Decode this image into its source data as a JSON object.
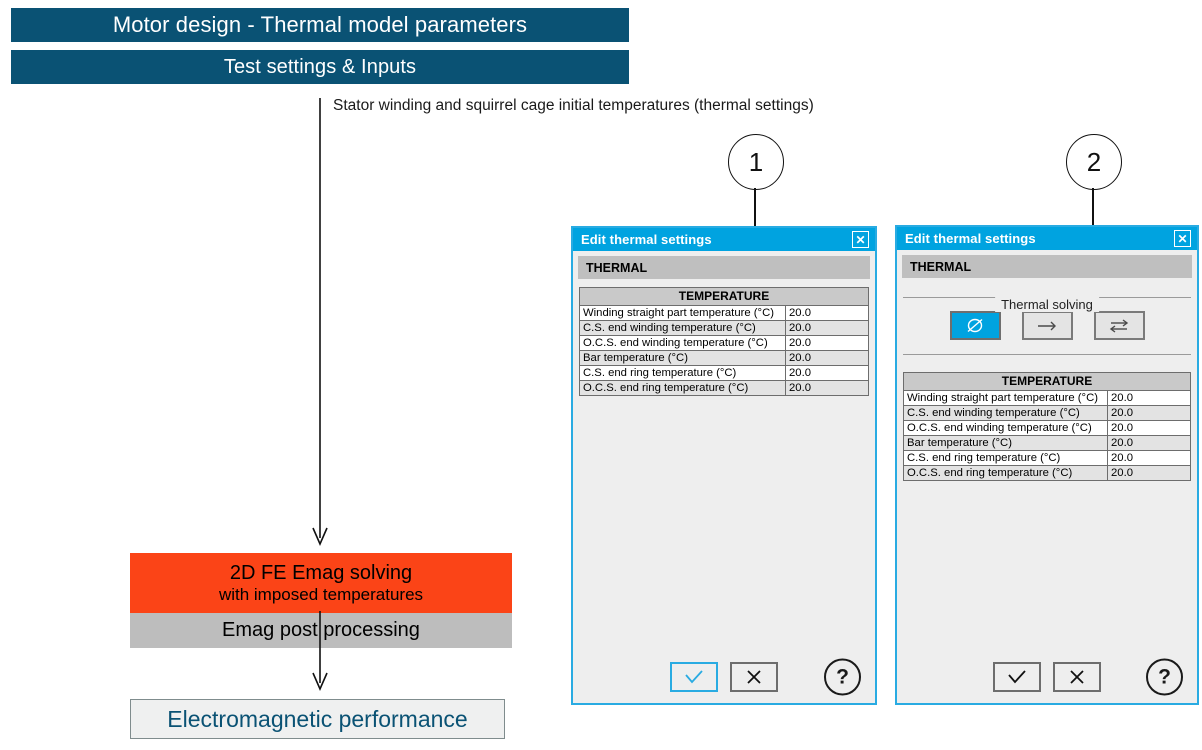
{
  "banner": {
    "title": "Motor design - Thermal model parameters",
    "subtitle": "Test settings & Inputs",
    "color": "#0a5274"
  },
  "caption": "Stator winding and squirrel cage initial temperatures (thermal settings)",
  "flow": {
    "emag_line1": "2D FE Emag solving",
    "emag_line2": "with imposed temperatures",
    "emag_color": "#fb4417",
    "post_label": "Emag post processing",
    "post_color": "#bdbdbd",
    "performance_label": "Electromagnetic performance",
    "performance_color": "#0a5274"
  },
  "callouts": [
    {
      "number": "1"
    },
    {
      "number": "2"
    }
  ],
  "dialogs": [
    {
      "title": "Edit thermal settings",
      "close_label": "✕",
      "tab": "THERMAL",
      "has_thermal_solving": false,
      "table": {
        "header": "TEMPERATURE",
        "rows": [
          {
            "label": "Winding straight part temperature (°C)",
            "value": "20.0"
          },
          {
            "label": "C.S. end winding temperature (°C)",
            "value": "20.0"
          },
          {
            "label": "O.C.S. end winding temperature (°C)",
            "value": "20.0"
          },
          {
            "label": "Bar temperature (°C)",
            "value": "20.0"
          },
          {
            "label": "C.S. end ring temperature (°C)",
            "value": "20.0"
          },
          {
            "label": "O.C.S. end ring temperature (°C)",
            "value": "20.0"
          }
        ]
      },
      "footer": {
        "ok_label": "✓",
        "cancel_label": "✕",
        "help_label": "?",
        "ok_highlighted": true
      }
    },
    {
      "title": "Edit thermal settings",
      "close_label": "✕",
      "tab": "THERMAL",
      "has_thermal_solving": true,
      "thermal_solving": {
        "legend": "Thermal solving",
        "options": [
          {
            "icon": "no-thermal-icon",
            "glyph": "Ø",
            "selected": true
          },
          {
            "icon": "one-way-arrow-icon",
            "glyph": "→",
            "selected": false
          },
          {
            "icon": "two-way-arrow-icon",
            "glyph": "⇄",
            "selected": false
          }
        ],
        "selected_color": "#00a3e0"
      },
      "table": {
        "header": "TEMPERATURE",
        "rows": [
          {
            "label": "Winding straight part temperature (°C)",
            "value": "20.0"
          },
          {
            "label": "C.S. end winding temperature (°C)",
            "value": "20.0"
          },
          {
            "label": "O.C.S. end winding temperature (°C)",
            "value": "20.0"
          },
          {
            "label": "Bar temperature (°C)",
            "value": "20.0"
          },
          {
            "label": "C.S. end ring temperature (°C)",
            "value": "20.0"
          },
          {
            "label": "O.C.S. end ring temperature (°C)",
            "value": "20.0"
          }
        ]
      },
      "footer": {
        "ok_label": "✓",
        "cancel_label": "✕",
        "help_label": "?",
        "ok_highlighted": false
      }
    }
  ]
}
